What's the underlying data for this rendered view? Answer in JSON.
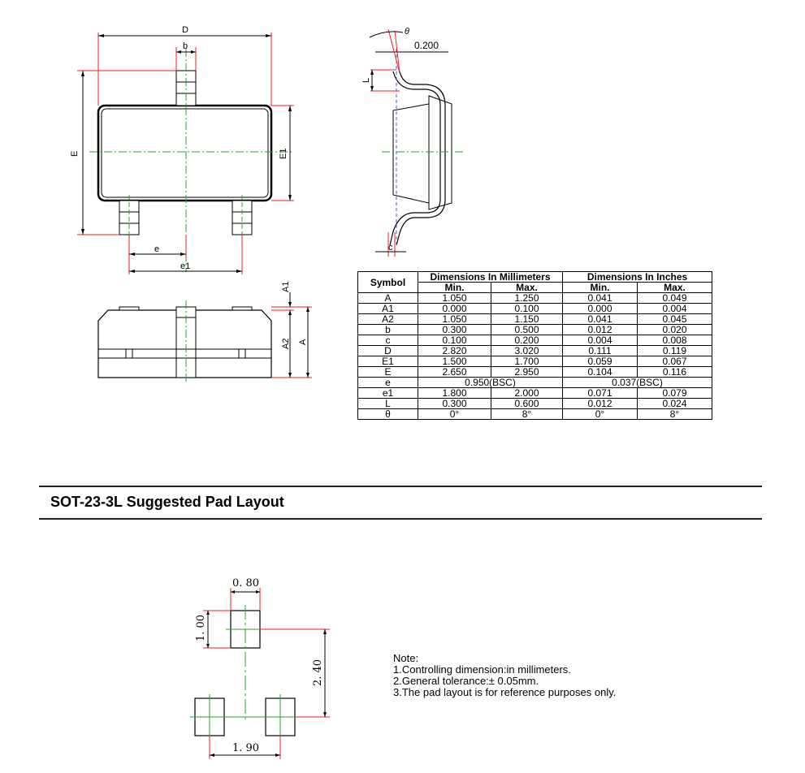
{
  "drawing": {
    "top_view": {
      "D": "D",
      "b": "b",
      "E": "E",
      "E1": "E1",
      "e": "e",
      "e1": "e1"
    },
    "side_view": {
      "theta": "θ",
      "gauge": "0.200",
      "L": "L",
      "c": "c"
    },
    "front_view": {
      "A1": "A1",
      "A2": "A2",
      "A": "A"
    }
  },
  "table": {
    "symbol_header": "Symbol",
    "mm_header": "Dimensions In Millimeters",
    "in_header": "Dimensions In Inches",
    "sub_headers": [
      "Min.",
      "Max.",
      "Min.",
      "Max."
    ],
    "rows": [
      {
        "symbol": "A",
        "mm_min": "1.050",
        "mm_max": "1.250",
        "in_min": "0.041",
        "in_max": "0.049"
      },
      {
        "symbol": "A1",
        "mm_min": "0.000",
        "mm_max": "0.100",
        "in_min": "0.000",
        "in_max": "0.004"
      },
      {
        "symbol": "A2",
        "mm_min": "1.050",
        "mm_max": "1.150",
        "in_min": "0.041",
        "in_max": "0.045"
      },
      {
        "symbol": "b",
        "mm_min": "0.300",
        "mm_max": "0.500",
        "in_min": "0.012",
        "in_max": "0.020"
      },
      {
        "symbol": "c",
        "mm_min": "0.100",
        "mm_max": "0.200",
        "in_min": "0.004",
        "in_max": "0.008"
      },
      {
        "symbol": "D",
        "mm_min": "2.820",
        "mm_max": "3.020",
        "in_min": "0.111",
        "in_max": "0.119"
      },
      {
        "symbol": "E1",
        "mm_min": "1.500",
        "mm_max": "1.700",
        "in_min": "0.059",
        "in_max": "0.067"
      },
      {
        "symbol": "E",
        "mm_min": "2.650",
        "mm_max": "2.950",
        "in_min": "0.104",
        "in_max": "0.116"
      },
      {
        "symbol": "e",
        "mm_span": "0.950(BSC)",
        "in_span": "0.037(BSC)"
      },
      {
        "symbol": "e1",
        "mm_min": "1.800",
        "mm_max": "2.000",
        "in_min": "0.071",
        "in_max": "0.079"
      },
      {
        "symbol": "L",
        "mm_min": "0.300",
        "mm_max": "0.600",
        "in_min": "0.012",
        "in_max": "0.024"
      },
      {
        "symbol": "θ",
        "mm_min": "0°",
        "mm_max": "8°",
        "in_min": "0°",
        "in_max": "8°"
      }
    ]
  },
  "section_title": "SOT-23-3L Suggested Pad Layout",
  "pad_layout": {
    "w": "0. 80",
    "h": "1. 00",
    "pitch_v": "2. 40",
    "pitch_h": "1. 90"
  },
  "note": {
    "title": "Note:",
    "lines": [
      "1.Controlling dimension:in  millimeters.",
      "2.General tolerance:± 0.05mm.",
      "3.The pad layout is for reference purposes only."
    ]
  },
  "colors": {
    "dim": "#e8202a",
    "center": "#2ca02c",
    "outline": "#000000",
    "hidden": "#3a5fcd"
  }
}
